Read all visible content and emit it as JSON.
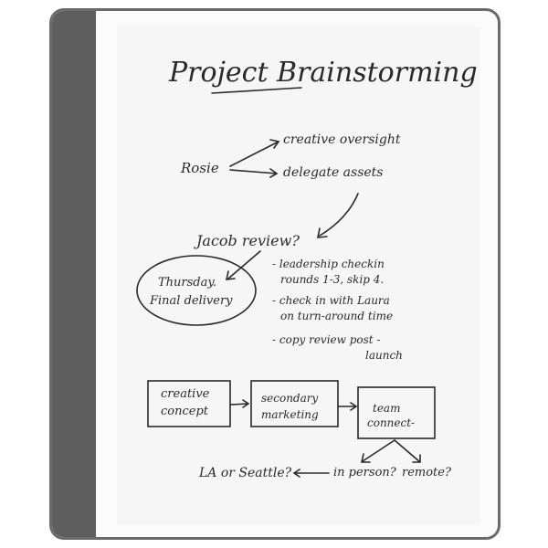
{
  "note": {
    "title": "Project Brainstorming",
    "rosie": "Rosie",
    "rosie_items": [
      "creative oversight",
      "delegate assets"
    ],
    "jacob": "Jacob review?",
    "bubble": [
      "Thursday.",
      "Final delivery"
    ],
    "bullets": [
      [
        "- leadership checkin",
        "rounds 1-3, skip 4."
      ],
      [
        "- check in with Laura",
        "on turn-around time"
      ],
      [
        "- copy review post -",
        "launch"
      ]
    ],
    "boxes": [
      [
        "creative",
        "concept"
      ],
      [
        "secondary",
        "marketing"
      ],
      [
        "team",
        "connect-"
      ]
    ],
    "bottom": {
      "location": "LA or Seattle?",
      "in_person": "in person?",
      "remote": "remote?"
    }
  }
}
